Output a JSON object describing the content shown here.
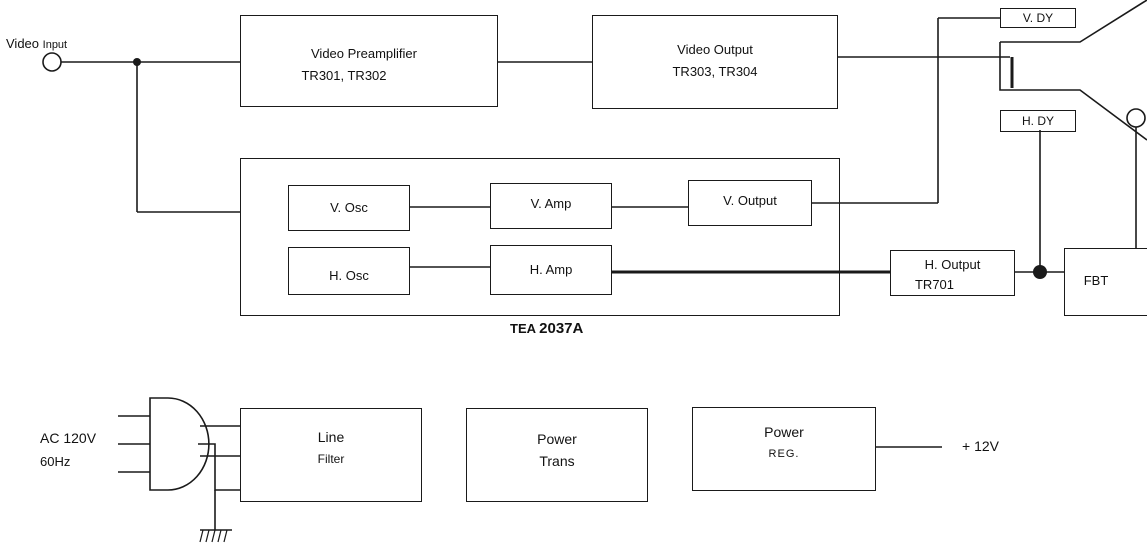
{
  "inputs": {
    "video_input_word1": "Video",
    "video_input_word2": "Input",
    "ac_voltage": "AC 120V",
    "ac_freq": "60Hz",
    "dc_out": "+ 12V"
  },
  "blocks": {
    "video_preamp": {
      "line1": "Video Preamplifier",
      "line2": "TR301, TR302"
    },
    "video_output": {
      "line1": "Video  Output",
      "line2": "TR303, TR304"
    },
    "v_osc": "V. Osc",
    "v_amp": "V. Amp",
    "v_output": "V. Output",
    "h_osc": "H. Osc",
    "h_amp": "H. Amp",
    "h_output": {
      "line1": "H. Output",
      "line2": "TR701"
    },
    "fbt": "FBT",
    "v_dy": "V. DY",
    "h_dy": "H. DY",
    "ic_label_prefix": "TEA",
    "ic_label_number": "2037A",
    "line_filter": {
      "line1": "Line",
      "line2": "Filter"
    },
    "power_trans": {
      "line1": "Power",
      "line2": "Trans"
    },
    "power_reg": {
      "line1": "Power",
      "line2": "REG."
    }
  }
}
